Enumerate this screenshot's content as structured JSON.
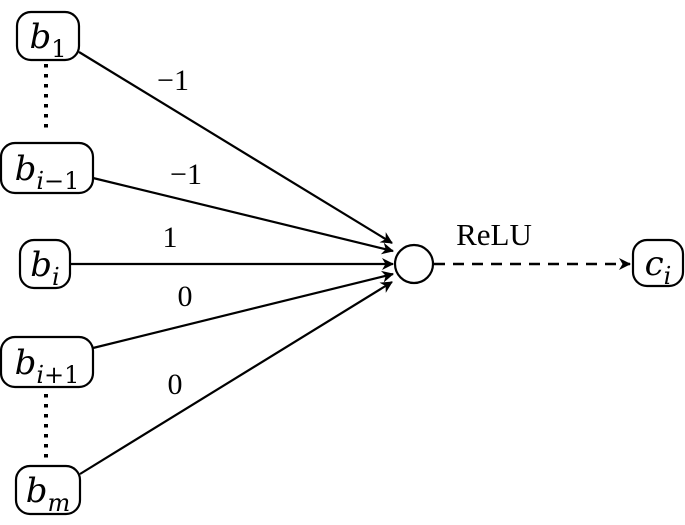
{
  "inputs": [
    {
      "base": "b",
      "sub": [
        {
          "t": "1",
          "italic": false
        }
      ]
    },
    {
      "base": "b",
      "sub": [
        {
          "t": "i",
          "italic": true
        },
        {
          "t": "−1",
          "italic": false
        }
      ]
    },
    {
      "base": "b",
      "sub": [
        {
          "t": "i",
          "italic": true
        }
      ]
    },
    {
      "base": "b",
      "sub": [
        {
          "t": "i",
          "italic": true
        },
        {
          "t": "+1",
          "italic": false
        }
      ]
    },
    {
      "base": "b",
      "sub": [
        {
          "t": "m",
          "italic": true
        }
      ]
    }
  ],
  "weights": [
    "−1",
    "−1",
    "1",
    "0",
    "0"
  ],
  "activation": "ReLU",
  "output": {
    "base": "c",
    "sub": [
      {
        "t": "i",
        "italic": true
      }
    ]
  }
}
